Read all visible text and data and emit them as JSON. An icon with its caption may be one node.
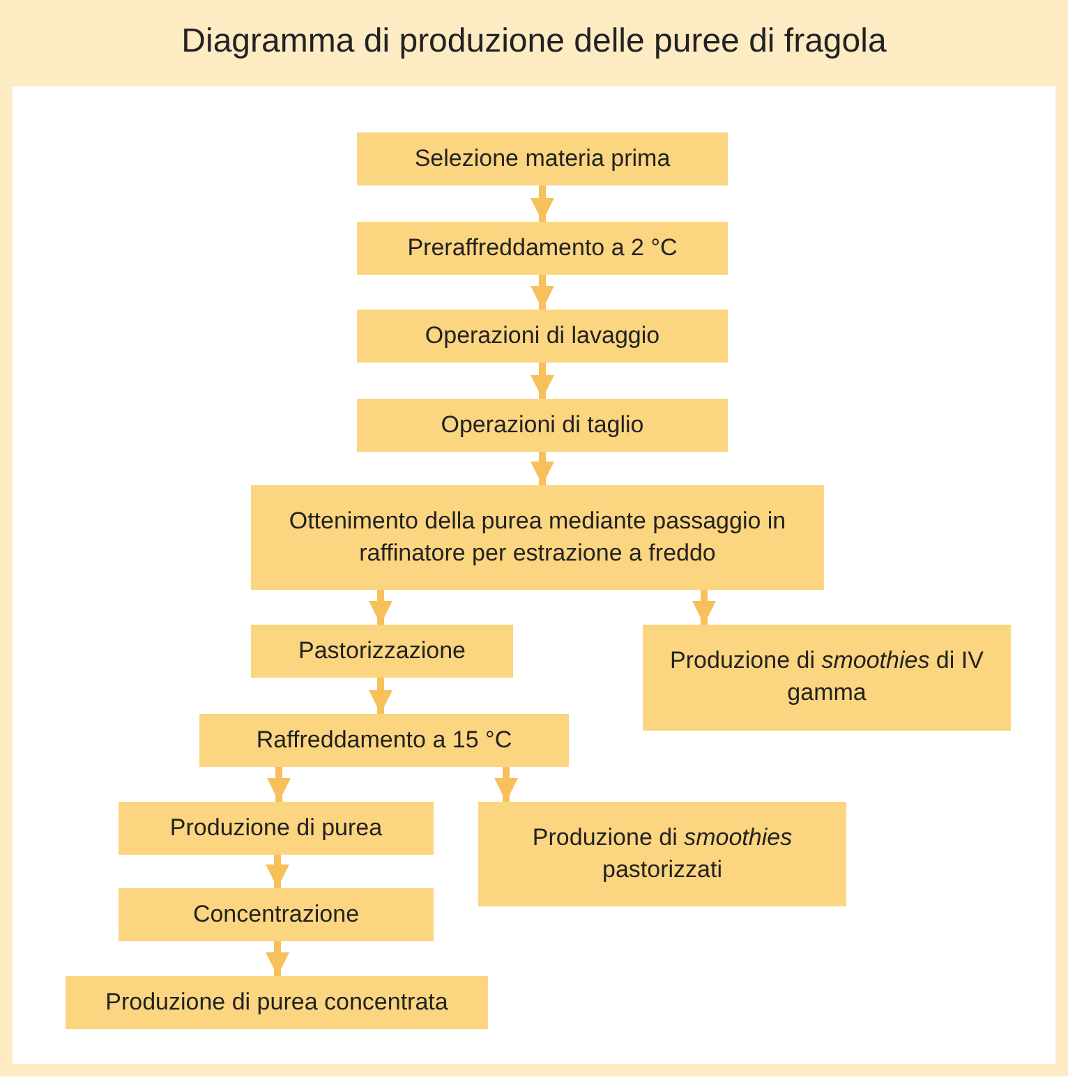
{
  "diagram": {
    "title": "Diagramma di produzione delle puree di fragola",
    "nodes": [
      {
        "text": [
          "Selezione materia prima"
        ]
      },
      {
        "text": [
          "Preraffreddamento a 2 °C"
        ]
      },
      {
        "text": [
          "Operazioni di lavaggio"
        ]
      },
      {
        "text": [
          "Operazioni di taglio"
        ]
      },
      {
        "text": [
          "Ottenimento della purea mediante passaggio in raffinatore per estrazione a freddo"
        ]
      },
      {
        "text": [
          "Pastorizzazione"
        ]
      },
      {
        "text": [
          "Produzione di *smoothies* di IV gamma"
        ]
      },
      {
        "text": [
          "Raffreddamento a 15 °C"
        ]
      },
      {
        "text": [
          "Produzione di purea"
        ]
      },
      {
        "text": [
          "Produzione di *smoothies* pastorizzati"
        ]
      },
      {
        "text": [
          "Concentrazione"
        ]
      },
      {
        "text": [
          "Produzione di purea concentrata"
        ]
      }
    ],
    "edges": [
      {
        "from": 0,
        "to": 1,
        "arrow": "to"
      },
      {
        "from": 1,
        "to": 2,
        "arrow": "to"
      },
      {
        "from": 2,
        "to": 3,
        "arrow": "to"
      },
      {
        "from": 3,
        "to": 4,
        "arrow": "to"
      },
      {
        "from": 4,
        "to": 5,
        "arrow": "to"
      },
      {
        "from": 4,
        "to": 6,
        "arrow": "to"
      },
      {
        "from": 5,
        "to": 7,
        "arrow": "to"
      },
      {
        "from": 7,
        "to": 8,
        "arrow": "to"
      },
      {
        "from": 7,
        "to": 9,
        "arrow": "to"
      },
      {
        "from": 8,
        "to": 10,
        "arrow": "to"
      },
      {
        "from": 10,
        "to": 11,
        "arrow": "to"
      }
    ]
  }
}
